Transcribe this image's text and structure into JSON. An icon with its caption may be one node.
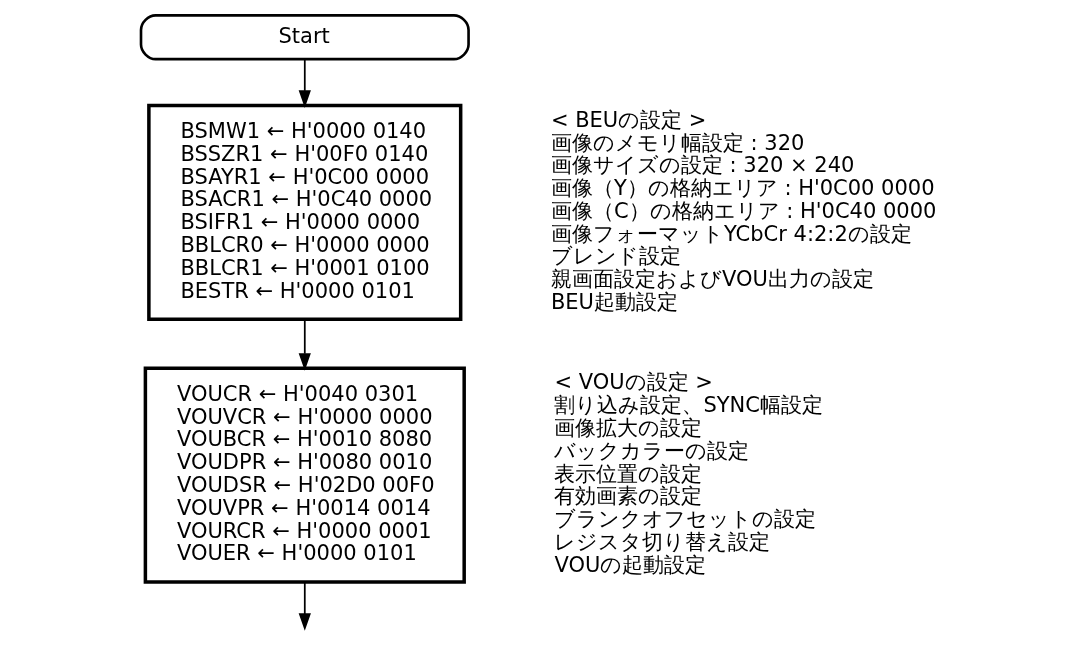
{
  "diagram": {
    "nodes": [
      {
        "text": [
          "Start"
        ]
      },
      {
        "text": [
          "BSMW1 ← H'0000 0140",
          "BSSZR1 ← H'00F0 0140",
          "BSAYR1 ← H'0C00 0000",
          "BSACR1 ← H'0C40 0000",
          "BSIFR1 ← H'0000 0000",
          "BBLCR0 ← H'0000 0000",
          "BBLCR1 ← H'0001 0100",
          "BESTR ← H'0000 0101"
        ],
        "beside": [
          "< BEUの設定 >",
          "画像のメモリ幅設定 : 320",
          "画像サイズの設定 : 320 × 240",
          "画像（Y）の格納エリア : H'0C00 0000",
          "画像（C）の格納エリア : H'0C40 0000",
          "画像フォーマットYCbCr 4:2:2の設定",
          "ブレンド設定",
          "親画面設定およびVOU出力の設定",
          "BEU起動設定"
        ]
      },
      {
        "text": [
          "VOUCR ← H'0040 0301",
          "VOUVCR ← H'0000 0000",
          "VOUBCR ← H'0010 8080",
          "VOUDPR ← H'0080 0010",
          "VOUDSR ← H'02D0 00F0",
          "VOUVPR ← H'0014 0014",
          "VOURCR ← H'0000 0001",
          "VOUER ← H'0000 0101"
        ],
        "beside": [
          "< VOUの設定 >",
          "割り込み設定、SYNC幅設定",
          "画像拡大の設定",
          "バックカラーの設定",
          "表示位置の設定",
          "有効画素の設定",
          "ブランクオフセットの設定",
          "レジスタ切り替え設定",
          "VOUの起動設定"
        ]
      }
    ],
    "edges": [
      {
        "from": 0,
        "to": 1,
        "arrow": "to"
      },
      {
        "from": 1,
        "to": 2,
        "arrow": "to"
      },
      {
        "from": 2,
        "to": null,
        "arrow": "to"
      }
    ]
  }
}
